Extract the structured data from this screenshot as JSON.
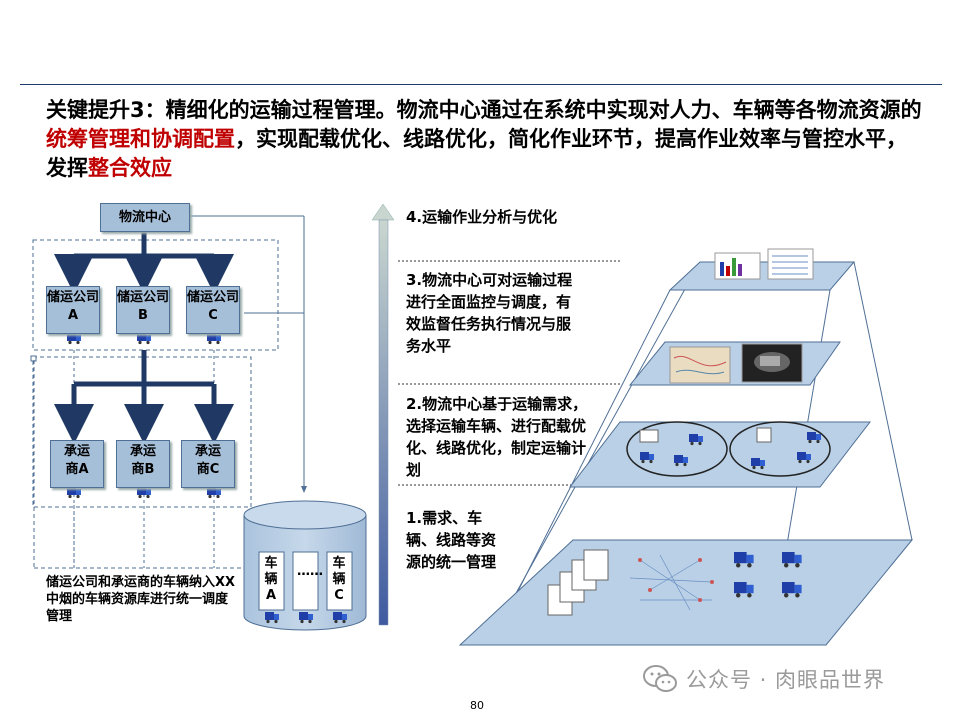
{
  "headline": {
    "part1": "关键提升3：精细化的运输过程管理。物流中心通过在系统中实现对人力、车辆等各物流资源的",
    "highlight1": "统筹管理和协调配置",
    "part2": "，实现配载优化、线路优化，简化作业环节，提高作业效率与管控水平，发挥",
    "highlight2": "整合效应"
  },
  "diagram": {
    "center": "物流中心",
    "storage_companies": [
      "储运公司A",
      "储运公司B",
      "储运公司C"
    ],
    "carriers": [
      "承运商A",
      "承运商B",
      "承运商C"
    ],
    "vehicle_slots": [
      "车辆A",
      "……",
      "车辆C"
    ],
    "note": "储运公司和承运商的车辆纳入XX中烟的车辆资源库进行统一调度管理"
  },
  "steps": [
    "4.运输作业分析与优化",
    "3.物流中心可对运输过程进行全面监控与调度，有效监督任务执行情况与服务水平",
    "2.物流中心基于运输需求，选择运输车辆、进行配载优化、线路优化，制定运输计划",
    "1.需求、车辆、线路等资源的统一管理"
  ],
  "colors": {
    "box_fill": "#a6bfd9",
    "connector": "#1f3864",
    "highlight": "#c00000",
    "layer_fill": "#b9d0e6"
  },
  "page_number": "80",
  "watermark": "公众号 · 肉眼品世界"
}
